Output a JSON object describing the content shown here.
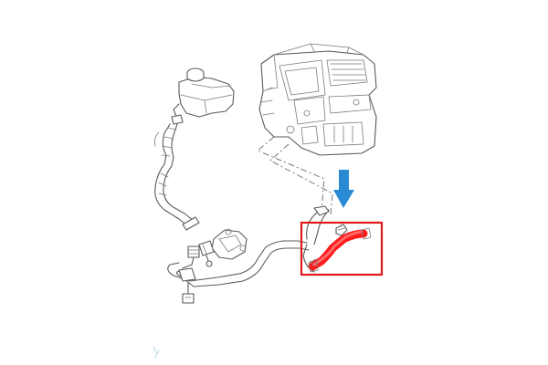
{
  "diagram": {
    "highlight_color": "#ff1a1a",
    "arrow_color": "#2a8ad4",
    "box_color": "#e01a1a",
    "parts": [
      {
        "name": "coolant-expansion-tank"
      },
      {
        "name": "heater-core-housing"
      },
      {
        "name": "upper-coolant-hose"
      },
      {
        "name": "thermostat-housing"
      },
      {
        "name": "lower-coolant-pipe"
      },
      {
        "name": "highlighted-heater-hose"
      }
    ]
  }
}
